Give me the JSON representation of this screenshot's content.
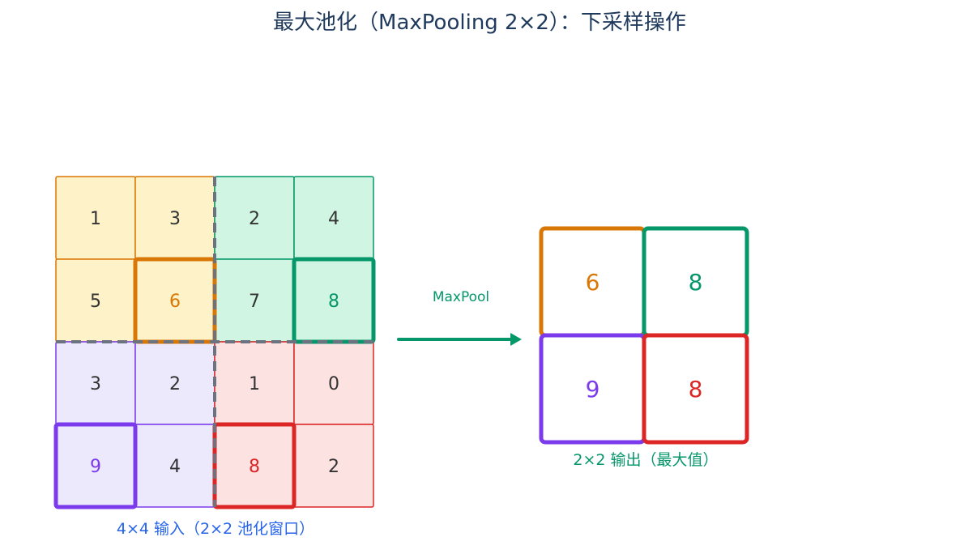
{
  "title": "最大池化（MaxPooling 2×2）：下采样操作",
  "arrow_label": "MaxPool",
  "input_caption": "4×4 输入（2×2 池化窗口）",
  "output_caption": "2×2 输出（最大值）",
  "input_grid": [
    [
      "1",
      "3",
      "2",
      "4"
    ],
    [
      "5",
      "6",
      "7",
      "8"
    ],
    [
      "3",
      "2",
      "1",
      "0"
    ],
    [
      "9",
      "4",
      "8",
      "2"
    ]
  ],
  "output_grid": [
    [
      "6",
      "8"
    ],
    [
      "9",
      "8"
    ]
  ],
  "colors": {
    "title": "#1f3a5c",
    "window_orange_fill": "#fdf2c8",
    "window_orange_stroke": "#d97706",
    "window_green_fill": "#d1f5e3",
    "window_green_stroke": "#059669",
    "window_purple_fill": "#ece9fd",
    "window_purple_stroke": "#7c3aed",
    "window_red_fill": "#fde2e2",
    "window_red_stroke": "#dc2626",
    "divider": "#6b7280",
    "arrow": "#059669",
    "input_caption": "#2563eb",
    "output_caption": "#059669",
    "text_dark": "#333333"
  }
}
